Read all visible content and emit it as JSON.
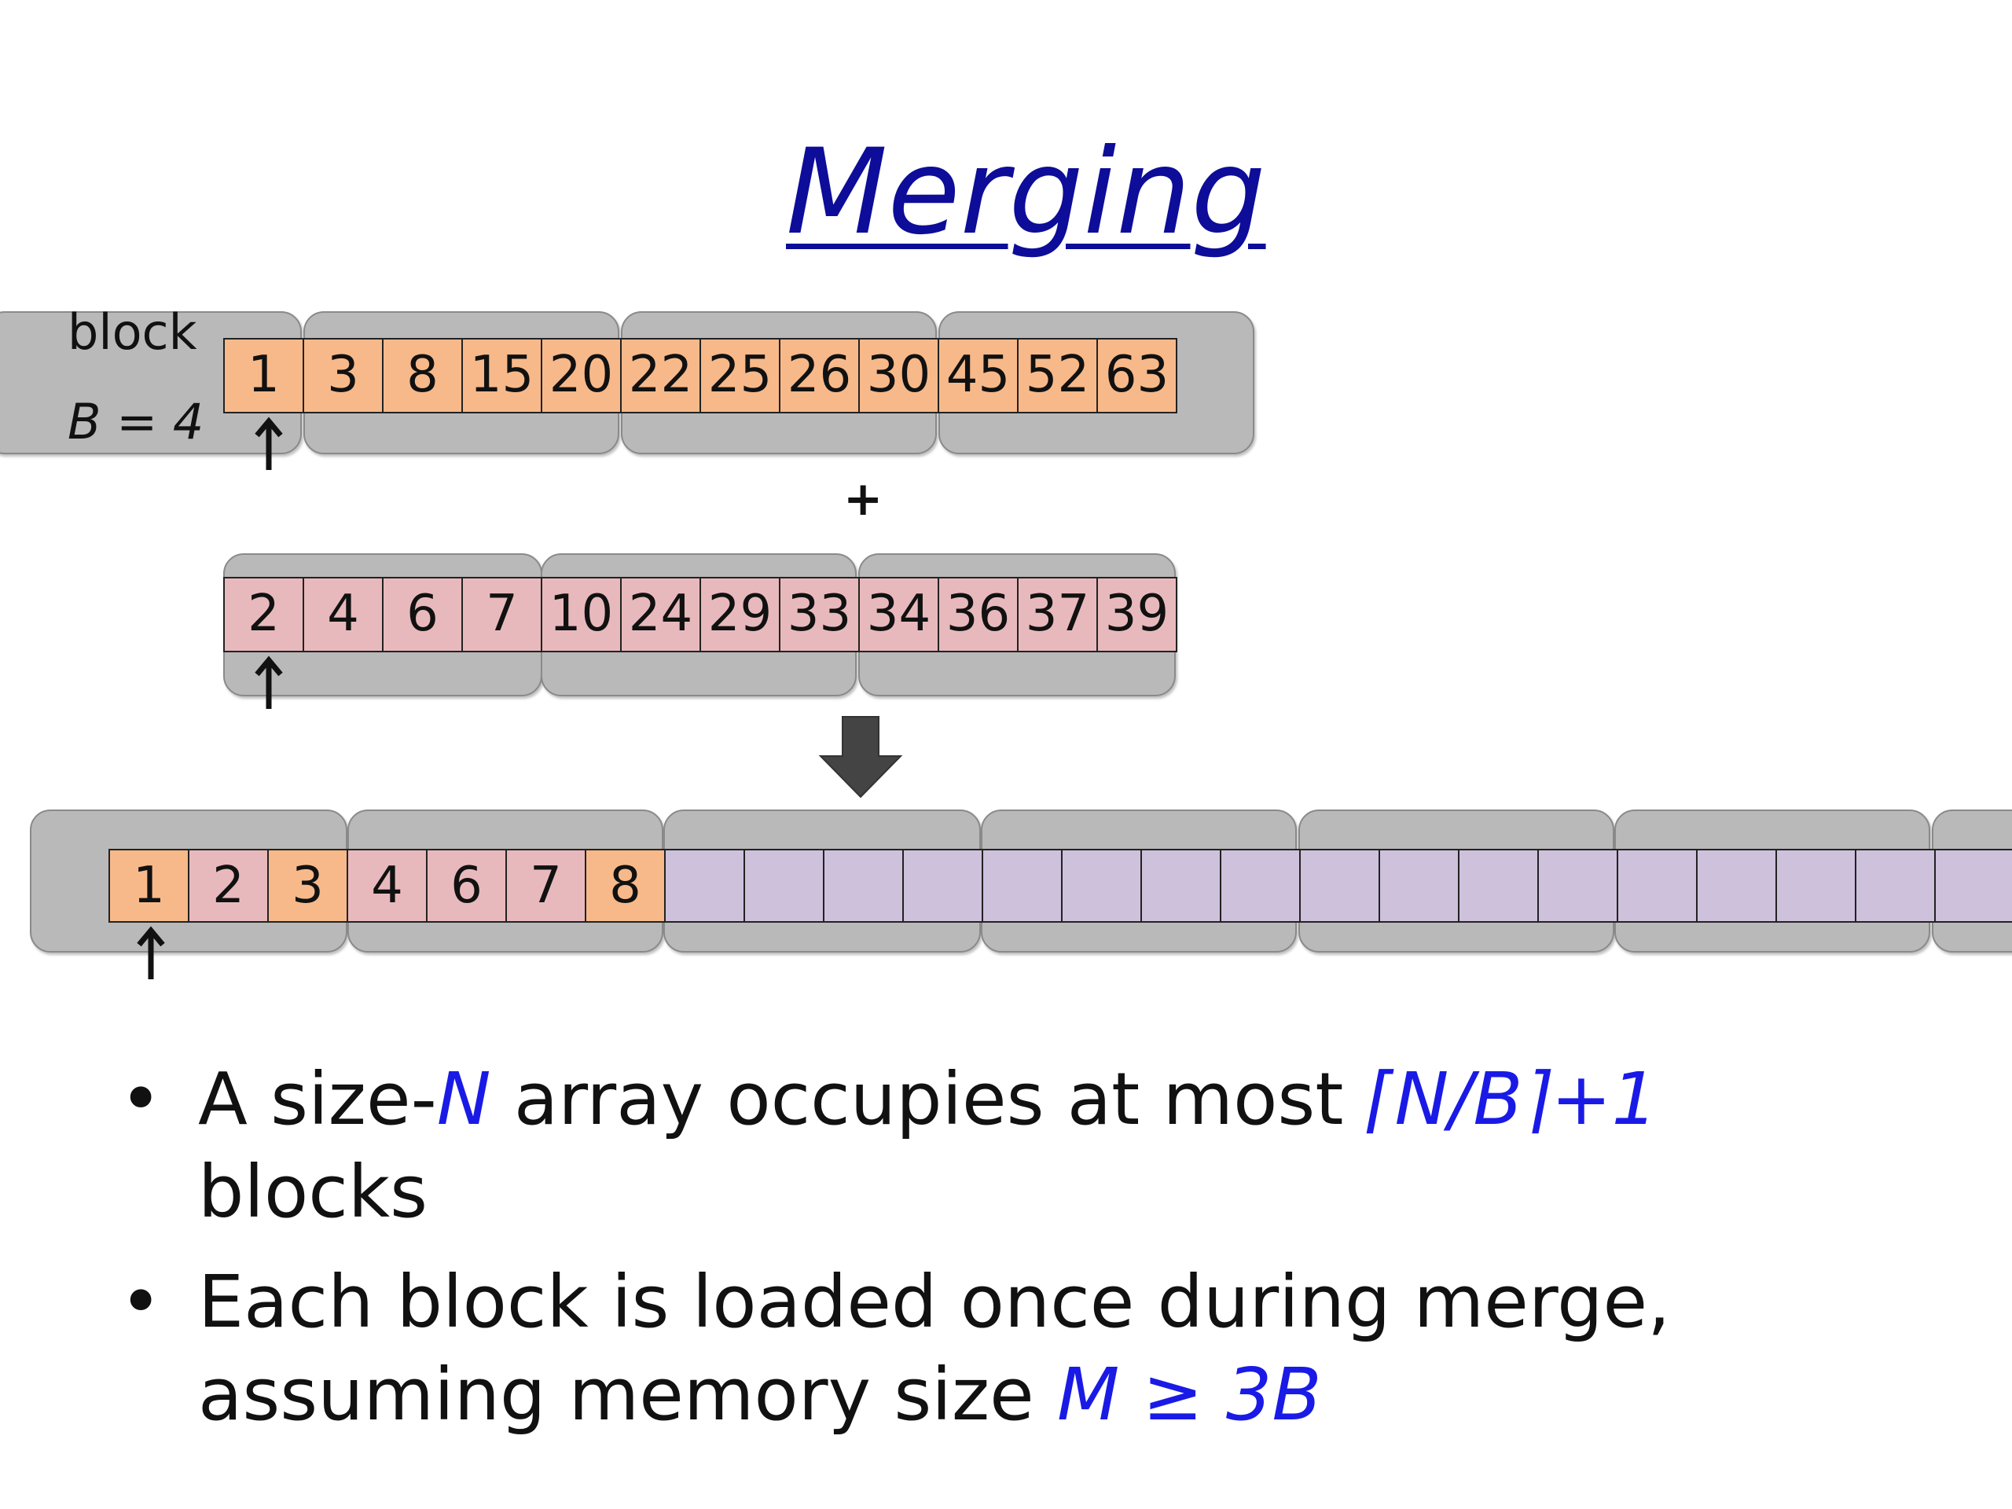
{
  "title": "Merging",
  "block_label": "block",
  "block_size_label": "B = 4",
  "plus_sign": "+",
  "array1": [
    "1",
    "3",
    "8",
    "15",
    "20",
    "22",
    "25",
    "26",
    "30",
    "45",
    "52",
    "63"
  ],
  "array2": [
    "2",
    "4",
    "6",
    "7",
    "10",
    "24",
    "29",
    "33",
    "34",
    "36",
    "37",
    "39"
  ],
  "output": [
    "1",
    "2",
    "3",
    "4",
    "6",
    "7",
    "8",
    "",
    "",
    "",
    "",
    "",
    "",
    "",
    "",
    "",
    "",
    "",
    "",
    "",
    "",
    "",
    "",
    "",
    ""
  ],
  "output_colors": [
    "orange",
    "pink",
    "orange",
    "pink",
    "pink",
    "pink",
    "orange"
  ],
  "bullets": {
    "b1_pre": "A size-",
    "b1_n": "N",
    "b1_mid": " array occupies at most ",
    "b1_formula": "⌈N/B⌉+1",
    "b1_post": "blocks",
    "b2_line1": "Each block is loaded once during merge,",
    "b2_pre": "assuming memory size ",
    "b2_formula": "M ≥ 3B"
  },
  "colors": {
    "title": "#0d0d99",
    "formula": "#1a1ae6",
    "array1_cell": "#f7b98a",
    "array2_cell": "#e8b9bc",
    "empty_cell": "#cdc1dc",
    "block_background": "#b9b9b9"
  }
}
